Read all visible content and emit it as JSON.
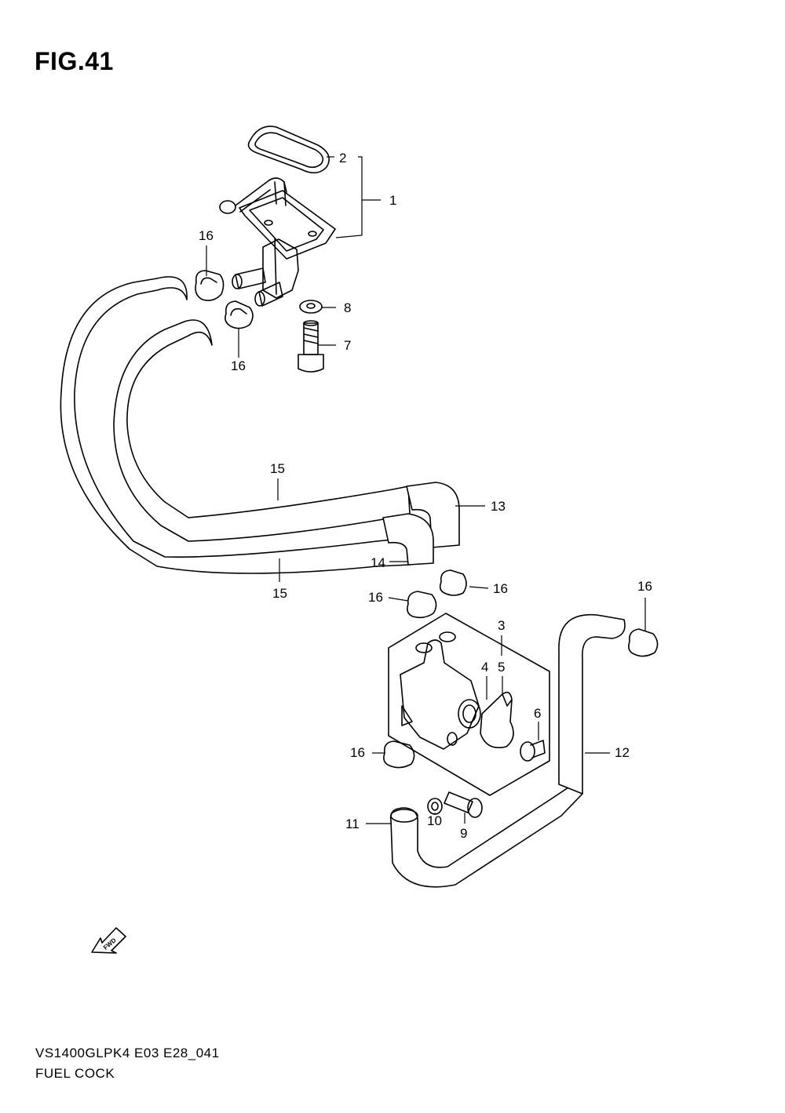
{
  "figure": {
    "title": "FIG.41"
  },
  "footer": {
    "model_code": "VS1400GLPK4 E03 E28_041",
    "name": "FUEL COCK"
  },
  "fwd_arrow": {
    "label": "FWD"
  },
  "callouts": {
    "c1": "1",
    "c2": "2",
    "c3": "3",
    "c4": "4",
    "c5": "5",
    "c6": "6",
    "c7": "7",
    "c8": "8",
    "c9": "9",
    "c10": "10",
    "c11": "11",
    "c12": "12",
    "c13": "13",
    "c14": "14",
    "c15a": "15",
    "c15b": "15",
    "c16a": "16",
    "c16b": "16",
    "c16c": "16",
    "c16d": "16",
    "c16e": "16",
    "c16f": "16"
  }
}
